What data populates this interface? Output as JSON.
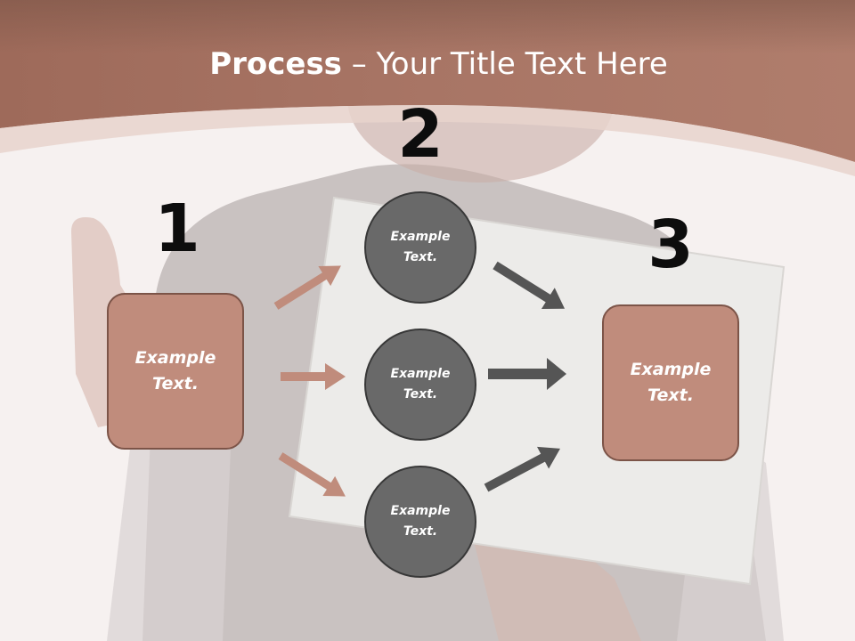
{
  "title": {
    "bold": "Process",
    "rest": " – Your Title Text Here"
  },
  "steps": {
    "one": "1",
    "two": "2",
    "three": "3"
  },
  "boxes": {
    "left": "Example\nText.",
    "right": "Example\nText."
  },
  "circles": {
    "top": "Example\nText.",
    "middle": "Example\nText.",
    "bottom": "Example\nText."
  },
  "colors": {
    "header": "#a4705f",
    "box_fill": "#c08c7c",
    "circle_fill": "#696969",
    "arrow_warm": "#c08c7c",
    "arrow_dark": "#555555"
  }
}
